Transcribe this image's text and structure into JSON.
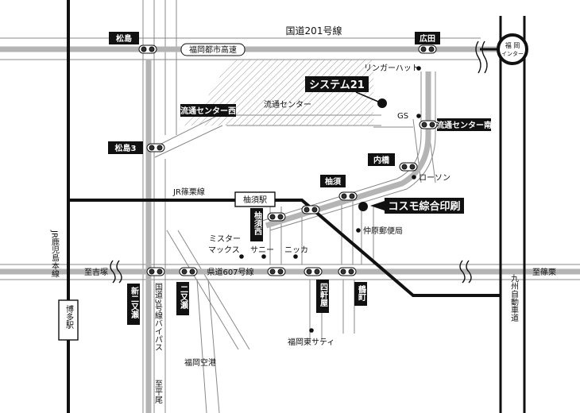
{
  "roads": {
    "national_201": "国道201号線",
    "urban_expressway": "福岡都市高速",
    "prefectural_607": "県道607号線",
    "bypass_3": "国道3号線バイパス",
    "kyushu_expressway": "九州自動車道"
  },
  "railway": {
    "jr_sasaguri": "JR篠栗線",
    "jr_kagoshima": "JR鹿児島本線",
    "yusu_station": "柚須駅",
    "hakata_station": "博多駅"
  },
  "intersections": {
    "matsushima": "松島",
    "hirota": "広田",
    "ryutsu_center_nishi": "流通センター西",
    "ryutsu_center_minami": "流通センター南",
    "matsushima_3": "松島3",
    "uchihashi": "内橋",
    "yusu": "柚須",
    "yusu_nishi": "柚須西",
    "shin_futamatase": "新二又瀬",
    "futamatase": "二又瀬",
    "yonkenya": "四軒屋",
    "tsurumachi": "鶴町"
  },
  "interchange": {
    "line1": "福 岡",
    "line2": "インター"
  },
  "landmarks": {
    "system21": "システム21",
    "cosmo": "コスモ綜合印刷",
    "ryutsu_center": "流通センター",
    "ringer_hut": "リンガーハット",
    "gs": "GS",
    "lawson": "ローソン",
    "nakabaru_post": "仲原郵便局",
    "mister_1": "ミスター",
    "mister_2": "マックス",
    "sunny": "サニー",
    "nikka": "ニッカ",
    "fukuoka_higashi_satie": "福岡東サティ",
    "fukuoka_airport": "福岡空港"
  },
  "directions": {
    "to_yoshizuka": "至吉塚",
    "to_sasaguri": "至篠栗",
    "to_hirao": "至平尾"
  }
}
